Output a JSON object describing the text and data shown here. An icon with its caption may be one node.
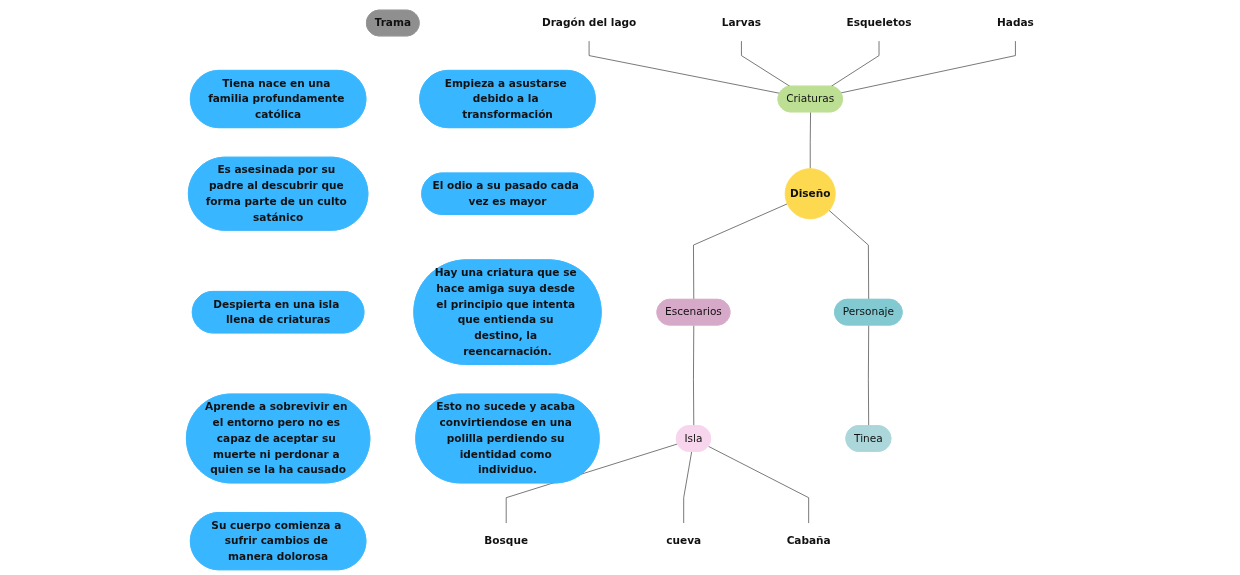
{
  "diagram": {
    "nodes": [
      {
        "text": [
          "Trama"
        ]
      },
      {
        "text": [
          "Tiena nace en una familia profundamente católica"
        ]
      },
      {
        "text": [
          "Es asesinada por su padre al descubrir que forma parte de un culto satánico"
        ]
      },
      {
        "text": [
          "Despierta en una isla llena de criaturas"
        ]
      },
      {
        "text": [
          "Aprende a sobrevivir en el entorno pero no es capaz de aceptar su muerte ni perdonar a quien se la ha causado"
        ]
      },
      {
        "text": [
          "Su cuerpo comienza a sufrir cambios de manera dolorosa"
        ]
      },
      {
        "text": [
          "Empieza a asustarse debido a la transformación"
        ]
      },
      {
        "text": [
          "El odio a su pasado cada vez es mayor"
        ]
      },
      {
        "text": [
          "Hay una criatura que se hace amiga suya desde el principio que intenta que entienda su destino, la reencarnación."
        ]
      },
      {
        "text": [
          "Esto no sucede y acaba convirtiendose en una polilla perdiendo su identidad como individuo."
        ]
      },
      {
        "text": [
          "Dragón del lago"
        ]
      },
      {
        "text": [
          "Larvas"
        ]
      },
      {
        "text": [
          "Esqueletos"
        ]
      },
      {
        "text": [
          "Hadas"
        ]
      },
      {
        "text": [
          "Criaturas"
        ]
      },
      {
        "text": [
          "Escenarios"
        ]
      },
      {
        "text": [
          "Diseño"
        ]
      },
      {
        "text": [
          "Personaje"
        ]
      },
      {
        "text": [
          "Isla"
        ]
      },
      {
        "text": [
          "Tinea"
        ]
      },
      {
        "text": [
          "Bosque"
        ]
      },
      {
        "text": [
          "Cabaña"
        ]
      },
      {
        "text": [
          "cueva"
        ]
      }
    ],
    "edges": [
      {
        "from": 10,
        "to": 14,
        "arrow": "none"
      },
      {
        "from": 11,
        "to": 14,
        "arrow": "none"
      },
      {
        "from": 12,
        "to": 14,
        "arrow": "none"
      },
      {
        "from": 13,
        "to": 14,
        "arrow": "none"
      },
      {
        "from": 14,
        "to": 16,
        "arrow": "none"
      },
      {
        "from": 16,
        "to": 15,
        "arrow": "none"
      },
      {
        "from": 16,
        "to": 17,
        "arrow": "none"
      },
      {
        "from": 15,
        "to": 18,
        "arrow": "none"
      },
      {
        "from": 17,
        "to": 19,
        "arrow": "none"
      },
      {
        "from": 18,
        "to": 20,
        "arrow": "none"
      },
      {
        "from": 18,
        "to": 22,
        "arrow": "none"
      },
      {
        "from": 18,
        "to": 21,
        "arrow": "none"
      }
    ]
  }
}
